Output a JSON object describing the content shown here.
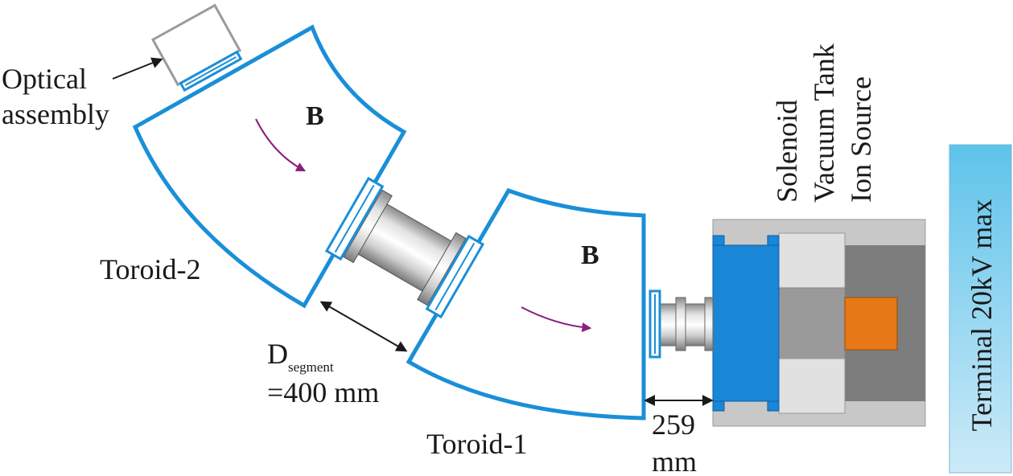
{
  "labels": {
    "optical_line1": "Optical",
    "optical_line2": "assembly",
    "field_b_upper": "B",
    "field_b_lower": "B",
    "toroid2": "Toroid-2",
    "toroid1": "Toroid-1",
    "d_main": "D",
    "d_sub": "segment",
    "d_value": "=400 mm",
    "gap_value": "259",
    "gap_unit": "mm",
    "solenoid": "Solenoid",
    "vacuum_tank": "Vacuum Tank",
    "ion_source": "Ion Source",
    "terminal": "Terminal 20kV max"
  },
  "colors": {
    "toroid_outline": "#1a8fd8",
    "solenoid_blue": "#1a86d6",
    "ion_source_orange": "#e67817",
    "field_arrow": "#8b1f7a",
    "terminal_top": "#5ec3ea",
    "terminal_bottom": "#c9eaf8",
    "vessel_grey": "#c8c8c8",
    "inner_dark": "#7d7d7d"
  }
}
